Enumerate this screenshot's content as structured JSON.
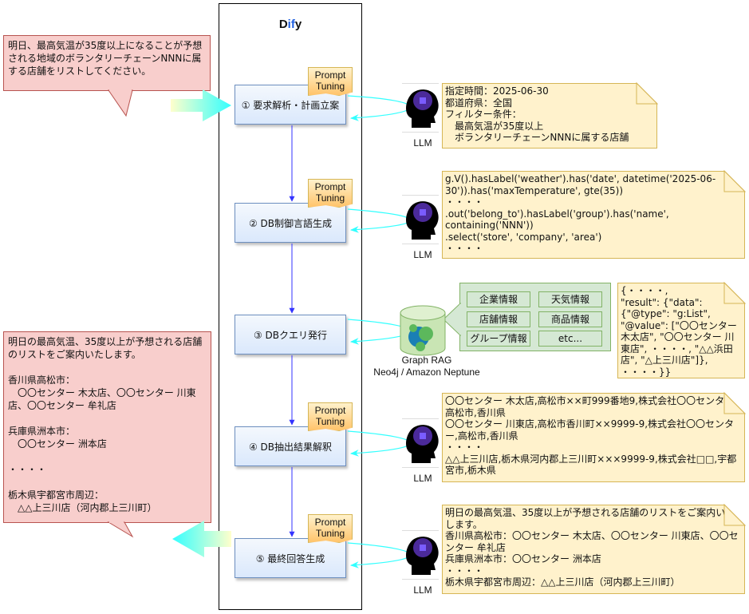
{
  "app": {
    "title_parts": [
      "D",
      "if",
      "y"
    ]
  },
  "user_request": "明日、最高気温が35度以上になることが予想される地域のボランタリーチェーンNNNに属する店舗をリストしてください。",
  "final_response": "明日の最高気温、35度以上が予想される店舗のリストをご案内いたします。\n\n香川県高松市：\n　〇〇センター 木太店、〇〇センター 川東店、〇〇センター 牟礼店\n\n兵庫県洲本市：\n　〇〇センター 洲本店\n\n・・・・\n\n栃木県宇都宮市周辺：\n　△△上三川店（河内郡上三川町）",
  "tag_label": "Prompt\nTuning",
  "llm_label": "LLM",
  "steps": [
    {
      "label": "① 要求解析・計画立案",
      "has_tag": true
    },
    {
      "label": "② DB制御言語生成",
      "has_tag": true
    },
    {
      "label": "③ DBクエリ発行",
      "has_tag": false
    },
    {
      "label": "④ DB抽出結果解釈",
      "has_tag": true
    },
    {
      "label": "⑤ 最終回答生成",
      "has_tag": true
    }
  ],
  "notes": {
    "step1": "指定時間：2025-06-30\n都道府県：全国\nフィルター条件：\n　最高気温が35度以上\n　ボランタリーチェーンNNNに属する店舗",
    "step2": "g.V().hasLabel('weather').has('date', datetime('2025-06-30')).has('maxTemperature', gte(35))\n・・・・\n.out('belong_to').hasLabel('group').has('name', containing('NNN'))\n.select('store', 'company', 'area')\n・・・・",
    "step3": "{・・・・,\n\"result\": {\"data\": {\"@type\": \"g:List\", \"@value\": [\"〇〇センター 木太店\", \"〇〇センター 川東店\", ・・・・, \"△△浜田店\", \"△上三川店\"]}, ・・・・}}",
    "step4": "〇〇センター 木太店,高松市××町999番地9,株式会社〇〇センター,高松市,香川県\n〇〇センター 川東店,高松市香川町××9999-9,株式会社〇〇センター,高松市,香川県\n・・・・\n△△上三川店,栃木県河内郡上三川町×××9999-9,株式会社□□,宇都宮市,栃木県",
    "step5": "明日の最高気温、35度以上が予想される店舗のリストをご案内いたします。\n香川県高松市：〇〇センター 木太店、〇〇センター 川東店、〇〇センター 牟礼店\n兵庫県洲本市：〇〇センター 洲本店\n・・・・\n栃木県宇都宮市周辺：△△上三川店（河内郡上三川町）"
  },
  "graph_db": {
    "label1": "Graph RAG",
    "label2": "Neo4j / Amazon Neptune",
    "categories": [
      "企業情報",
      "天気情報",
      "店舗情報",
      "商品情報",
      "グループ情報",
      "etc..."
    ]
  },
  "colors": {
    "step_border": "#6c8ebf",
    "step_fill": "#dae8fc",
    "bubble_fill": "#f8cecc",
    "bubble_border": "#b85450",
    "note_fill": "#fff2cc",
    "note_border": "#d6b656",
    "flow_arrow": "#3333ff",
    "llm_link": "#33ffff",
    "db_fill": "#d5e8d4",
    "db_border": "#82b366"
  }
}
